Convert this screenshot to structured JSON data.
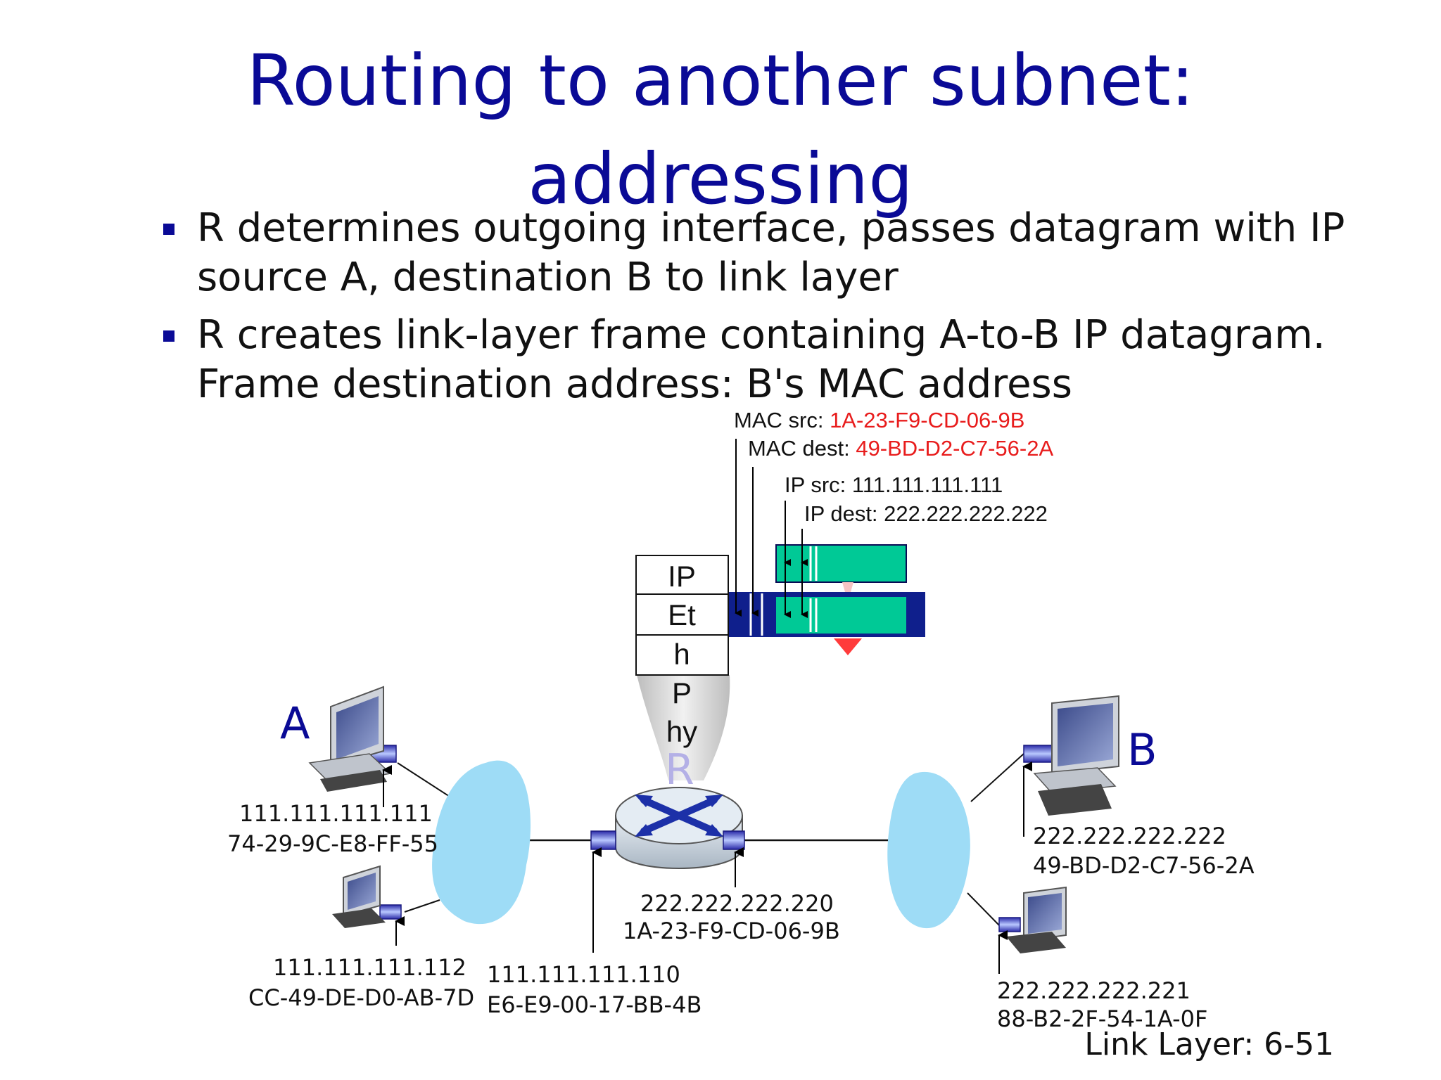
{
  "slide": {
    "title_line1": "Routing to another subnet:",
    "title_line2": "addressing",
    "bullets": [
      {
        "line1": "R determines outgoing interface, passes datagram with IP",
        "line2": "source A, destination B to link layer"
      },
      {
        "line1": "R creates link-layer frame containing A-to-B IP datagram.",
        "line2": "Frame destination address: B's MAC address"
      }
    ],
    "footer": "Link Layer: 6-51"
  },
  "frame": {
    "mac_src_label": "MAC src: ",
    "mac_src_value": "1A-23-F9-CD-06-9B",
    "mac_dest_label": "MAC dest: ",
    "mac_dest_value": "49-BD-D2-C7-56-2A",
    "ip_src": "IP src: 111.111.111.111",
    "ip_dest": "IP dest: 222.222.222.222"
  },
  "stack": [
    "IP",
    "Et",
    "h",
    "P",
    "hy"
  ],
  "router": {
    "label": "R"
  },
  "hosts": {
    "a": {
      "label": "A",
      "ip": "111.111.111.111",
      "mac": "74-29-9C-E8-FF-55"
    },
    "a2": {
      "ip": "111.111.111.112",
      "mac": "CC-49-DE-D0-AB-7D"
    },
    "b": {
      "label": "B",
      "ip": "222.222.222.222",
      "mac": "49-BD-D2-C7-56-2A"
    },
    "b2": {
      "ip": "222.222.222.221",
      "mac": "88-B2-2F-54-1A-0F"
    }
  },
  "router_interfaces": {
    "left": {
      "ip": "111.111.111.110",
      "mac": "E6-E9-00-17-BB-4B"
    },
    "right": {
      "ip": "222.222.222.220",
      "mac": "1A-23-F9-CD-06-9B"
    }
  },
  "colors": {
    "title": "#0a0a96",
    "mac_value": "#e81c1c",
    "frame_header": "#0f1f8c",
    "payload": "#00c996",
    "subnet_cloud": "#9edcf6"
  }
}
